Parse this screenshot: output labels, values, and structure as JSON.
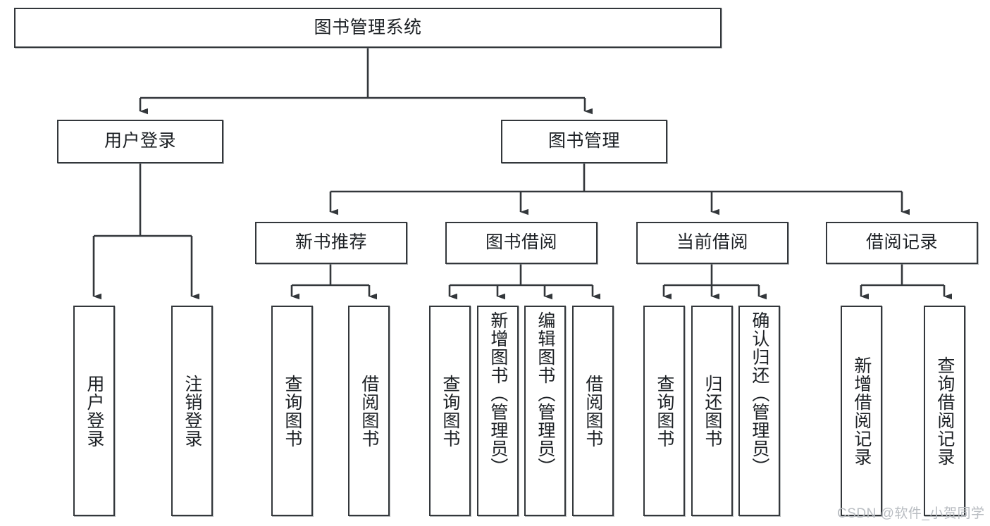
{
  "diagram": {
    "title_node": {
      "label": "图书管理系统"
    },
    "level2": [
      {
        "id": "user-login",
        "label": "用户登录"
      },
      {
        "id": "book-management",
        "label": "图书管理"
      }
    ],
    "level3": [
      {
        "id": "new-book-recommend",
        "label": "新书推荐"
      },
      {
        "id": "book-borrow",
        "label": "图书借阅"
      },
      {
        "id": "current-borrow",
        "label": "当前借阅"
      },
      {
        "id": "borrow-record",
        "label": "借阅记录"
      }
    ],
    "leaves": [
      {
        "id": "leaf-user-login",
        "label": "用户登录"
      },
      {
        "id": "leaf-logout-login",
        "label": "注销登录"
      },
      {
        "id": "leaf-query-book-1",
        "label": "查询图书"
      },
      {
        "id": "leaf-borrow-book-1",
        "label": "借阅图书"
      },
      {
        "id": "leaf-query-book-2",
        "label": "查询图书"
      },
      {
        "id": "leaf-add-book",
        "label": "新增图书（管理员）"
      },
      {
        "id": "leaf-edit-book",
        "label": "编辑图书（管理员）"
      },
      {
        "id": "leaf-borrow-book-2",
        "label": "借阅图书"
      },
      {
        "id": "leaf-query-book-3",
        "label": "查询图书"
      },
      {
        "id": "leaf-return-book",
        "label": "归还图书"
      },
      {
        "id": "leaf-confirm-return",
        "label": "确认归还（管理员）"
      },
      {
        "id": "leaf-add-borrow-record",
        "label": "新增借阅记录"
      },
      {
        "id": "leaf-query-borrow-record",
        "label": "查询借阅记录"
      }
    ],
    "watermark": "CSDN @软件_小贺同学",
    "colors": {
      "border": "#33373b",
      "text": "#1c2024",
      "background": "#ffffff",
      "watermark": "#b9bdc2"
    }
  }
}
